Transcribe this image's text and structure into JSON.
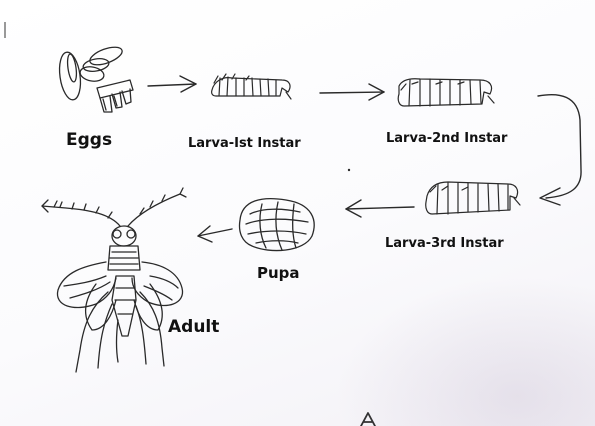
{
  "diagram": {
    "stages": {
      "eggs": "Eggs",
      "larva_1": "Larva-Ist Instar",
      "larva_2": "Larva-2nd Instar",
      "larva_3": "Larva-3rd Instar",
      "pupa": "Pupa",
      "adult": "Adult"
    },
    "colors": {
      "ink": "#2a2a2a",
      "paper": "#ffffff"
    }
  }
}
